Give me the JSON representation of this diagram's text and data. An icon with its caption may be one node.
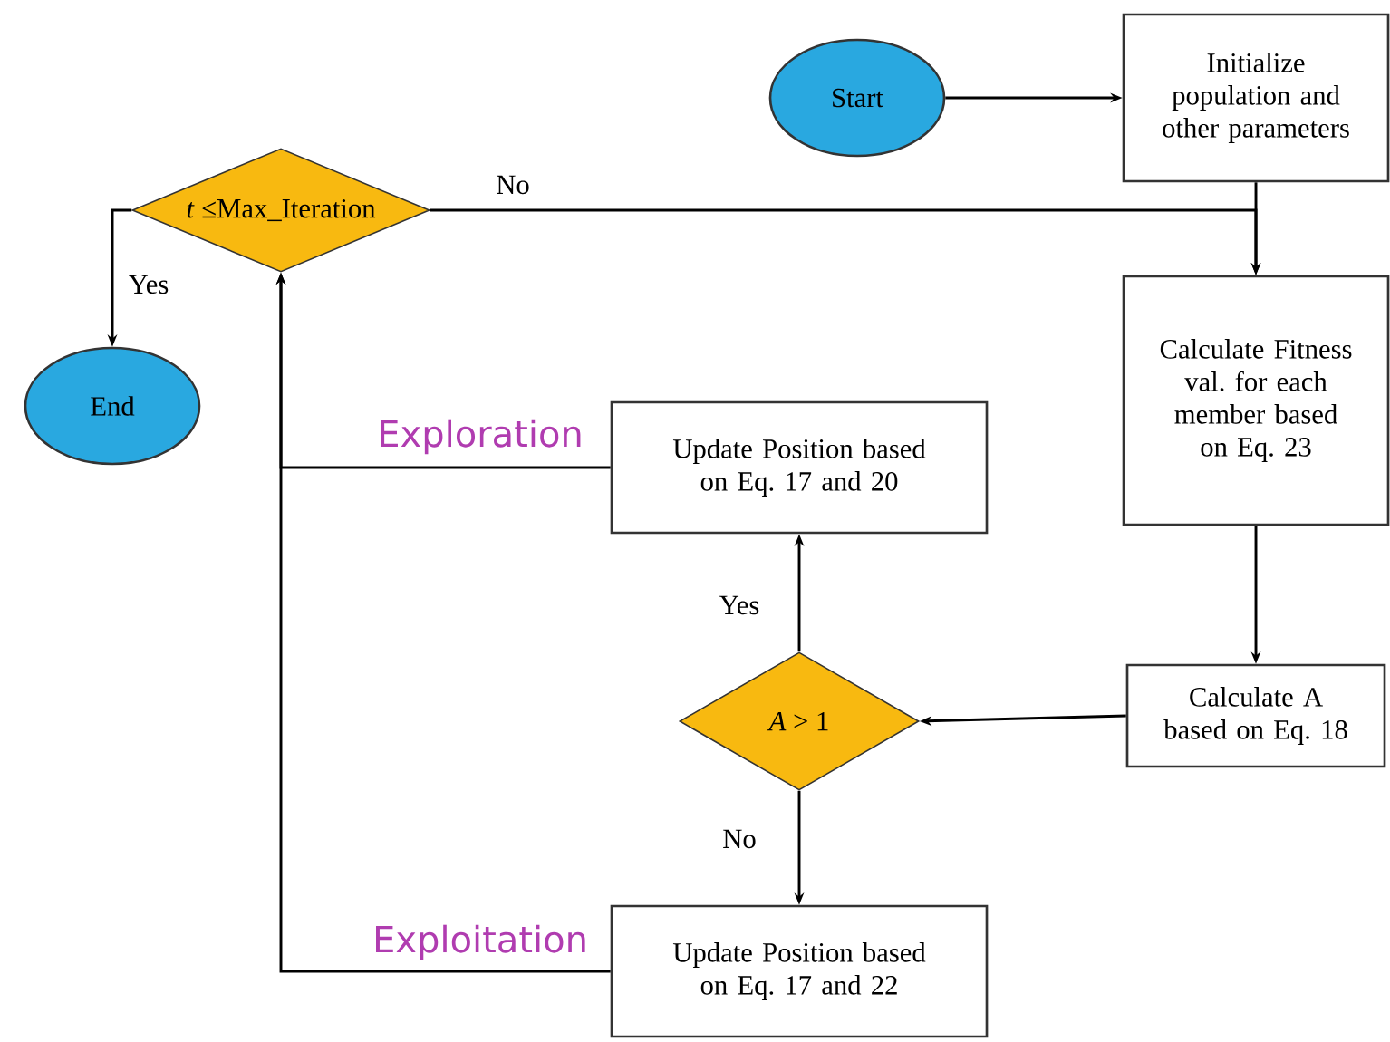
{
  "diagram": {
    "nodes": [
      {
        "text": [
          "Start"
        ]
      },
      {
        "text": [
          "Initialize population and other parameters"
        ]
      },
      {
        "text": [
          "*t* ≤Max_Iteration"
        ]
      },
      {
        "text": [
          "End"
        ]
      },
      {
        "text": [
          "Calculate Fitness val. for each member based on Eq. 23"
        ]
      },
      {
        "text": [
          "Update Position based on Eq. 17 and 20"
        ]
      },
      {
        "text": [
          "*A* > 1"
        ]
      },
      {
        "text": [
          "Calculate A based on Eq. 18"
        ]
      },
      {
        "text": [
          "Update Position based on Eq. 17 and 22"
        ]
      }
    ],
    "edges": [
      {
        "from": 0,
        "to": 1,
        "arrow": "to"
      },
      {
        "from": 1,
        "to": 4,
        "arrow": "to"
      },
      {
        "from": 2,
        "to": 4,
        "arrow": "to",
        "label": "No"
      },
      {
        "from": 2,
        "to": 3,
        "arrow": "to",
        "label": "Yes"
      },
      {
        "from": 4,
        "to": 7,
        "arrow": "to"
      },
      {
        "from": 7,
        "to": 6,
        "arrow": "to"
      },
      {
        "from": 6,
        "to": 5,
        "arrow": "to",
        "label": "Yes"
      },
      {
        "from": 6,
        "to": 8,
        "arrow": "to",
        "label": "No"
      },
      {
        "from": 5,
        "to": 2,
        "arrow": "to",
        "label": "Exploration"
      },
      {
        "from": 8,
        "to": 2,
        "arrow": "to",
        "label": "Exploitation"
      }
    ]
  }
}
